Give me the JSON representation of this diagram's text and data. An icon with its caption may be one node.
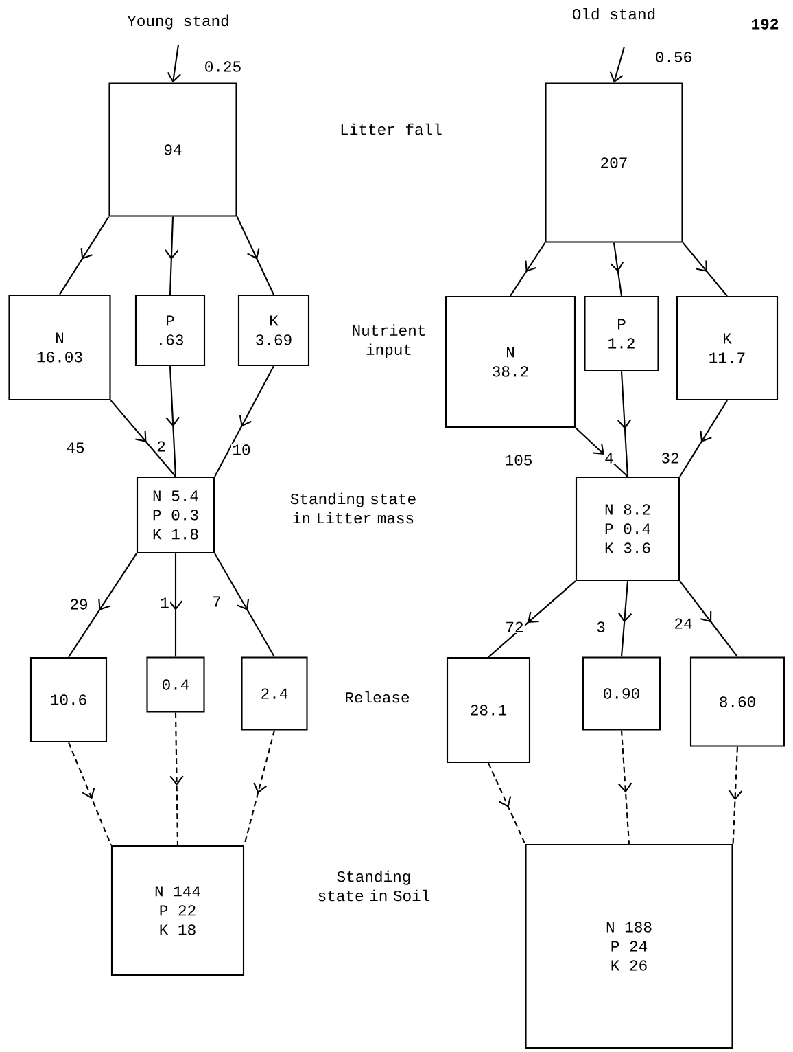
{
  "diagram": {
    "nodes": [
      {
        "text": [
          "94"
        ]
      },
      {
        "text": [
          "N",
          "16.03"
        ]
      },
      {
        "text": [
          "P",
          ".63"
        ]
      },
      {
        "text": [
          "K",
          "3.69"
        ]
      },
      {
        "text": [
          "N 5.4",
          "P 0.3",
          "K 1.8"
        ]
      },
      {
        "text": [
          "10.6"
        ]
      },
      {
        "text": [
          "0.4"
        ]
      },
      {
        "text": [
          "2.4"
        ]
      },
      {
        "text": [
          "N 144",
          "P 22",
          "K 18"
        ]
      },
      {
        "text": [
          "207"
        ]
      },
      {
        "text": [
          "N",
          "38.2"
        ]
      },
      {
        "text": [
          "P",
          "1.2"
        ]
      },
      {
        "text": [
          "K",
          "11.7"
        ]
      },
      {
        "text": [
          "N 8.2",
          "P 0.4",
          "K 3.6"
        ]
      },
      {
        "text": [
          "28.1"
        ]
      },
      {
        "text": [
          "0.90"
        ]
      },
      {
        "text": [
          "8.60"
        ]
      },
      {
        "text": [
          "N 188",
          "P 24",
          "K 26"
        ]
      }
    ],
    "edges": [
      {
        "from": null,
        "to": 0,
        "arrow": "to",
        "label": "0.25"
      },
      {
        "from": 0,
        "to": 1,
        "arrow": "to"
      },
      {
        "from": 0,
        "to": 2,
        "arrow": "to"
      },
      {
        "from": 0,
        "to": 3,
        "arrow": "to"
      },
      {
        "from": 1,
        "to": 4,
        "arrow": "to",
        "label": "45"
      },
      {
        "from": 2,
        "to": 4,
        "arrow": "to",
        "label": "2"
      },
      {
        "from": 3,
        "to": 4,
        "arrow": "to",
        "label": "10"
      },
      {
        "from": 4,
        "to": 5,
        "arrow": "to",
        "label": "29"
      },
      {
        "from": 4,
        "to": 6,
        "arrow": "to",
        "label": "1"
      },
      {
        "from": 4,
        "to": 7,
        "arrow": "to",
        "label": "7"
      },
      {
        "from": 5,
        "to": 8,
        "arrow": "to",
        "style": "dashed"
      },
      {
        "from": 6,
        "to": 8,
        "arrow": "to",
        "style": "dashed"
      },
      {
        "from": 7,
        "to": 8,
        "arrow": "to",
        "style": "dashed"
      },
      {
        "from": null,
        "to": 9,
        "arrow": "to",
        "label": "0.56"
      },
      {
        "from": 9,
        "to": 10,
        "arrow": "to"
      },
      {
        "from": 9,
        "to": 11,
        "arrow": "to"
      },
      {
        "from": 9,
        "to": 12,
        "arrow": "to"
      },
      {
        "from": 10,
        "to": 13,
        "arrow": "to",
        "label": "105"
      },
      {
        "from": 11,
        "to": 13,
        "arrow": "to",
        "label": "4"
      },
      {
        "from": 12,
        "to": 13,
        "arrow": "to",
        "label": "32"
      },
      {
        "from": 13,
        "to": 14,
        "arrow": "to",
        "label": "72"
      },
      {
        "from": 13,
        "to": 15,
        "arrow": "to",
        "label": "3"
      },
      {
        "from": 13,
        "to": 16,
        "arrow": "to",
        "label": "24"
      },
      {
        "from": 14,
        "to": 17,
        "arrow": "to",
        "style": "dashed"
      },
      {
        "from": 15,
        "to": 17,
        "arrow": "to",
        "style": "dashed"
      },
      {
        "from": 16,
        "to": 17,
        "arrow": "to",
        "style": "dashed"
      }
    ],
    "labels": [
      "Young stand",
      "Old stand",
      "192",
      "Litter fall",
      "Nutrient input",
      "Standing state in Litter mass",
      "Release",
      "Standing state in Soil"
    ]
  }
}
